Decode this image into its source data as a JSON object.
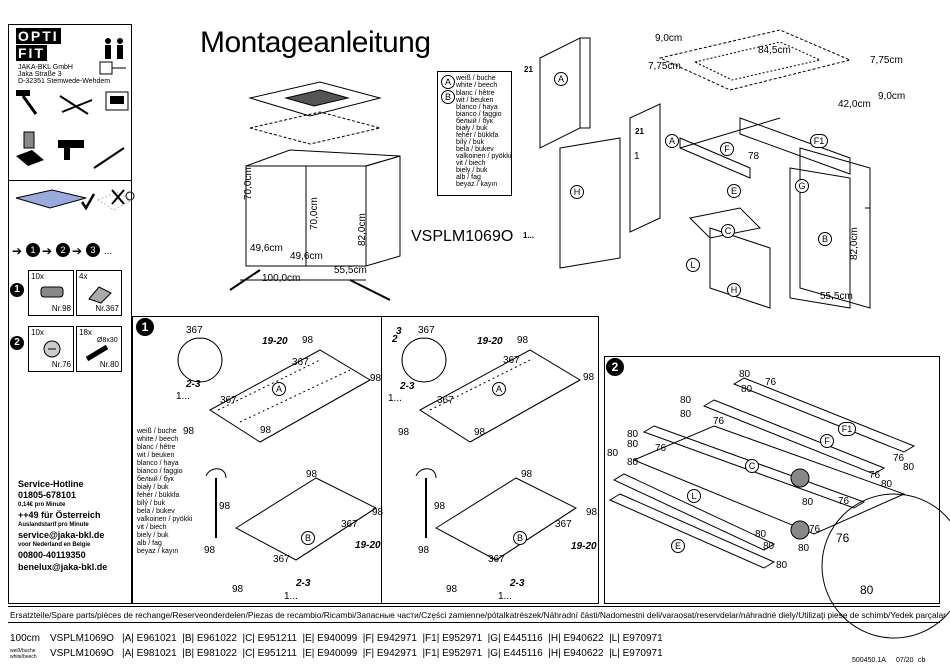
{
  "brand": {
    "logo_line1": "OPTI",
    "logo_line2": "FIT",
    "company": "JAKA-BKL GmbH",
    "street": "Jaka Straße 3",
    "city": "D-32351 Stemwede-Wehdem"
  },
  "header": {
    "title": "Montageanleitung",
    "model": "VSPLM1069O"
  },
  "dimensions": {
    "width_100": "100,0cm",
    "height_70_left": "70,0cm",
    "height_70_right": "70,0cm",
    "height_82": "82,0cm",
    "width_49_left": "49,6cm",
    "width_49_right": "49,6cm",
    "depth_55": "55,5cm",
    "top_9": "9,0cm",
    "top_84": "84,5cm",
    "top_775_left": "7,75cm",
    "top_775_right": "7,75cm",
    "top_42": "42,0cm",
    "top_9_right": "9,0cm",
    "side_82": "82,0cm",
    "side_55": "55,5cm"
  },
  "colors_legend": {
    "label_a": "A",
    "label_b": "B",
    "lines": [
      "weiß / buche",
      "white / beech",
      "blanc / hêtre",
      "wit / beuken",
      "blanco / haya",
      "bianco / faggio",
      "белый / бук",
      "biały / buk",
      "fehér / bükkfa",
      "bílý / buk",
      "bela / bukev",
      "valkoinen / pyökki",
      "vit / biech",
      "biely / buk",
      "alb / fag",
      "beyaz / kayın"
    ]
  },
  "hardware": [
    {
      "qty": "10x",
      "nr": "Nr.98"
    },
    {
      "qty": "4x",
      "nr": "Nr.367"
    },
    {
      "qty": "10x",
      "nr": "Nr.76"
    },
    {
      "qty": "18x",
      "size": "Ø8x30",
      "nr": "Nr.80"
    }
  ],
  "steps": {
    "step1": "1",
    "step2": "2",
    "step_seq": [
      "1",
      "2",
      "3"
    ],
    "ellipsis": "..."
  },
  "service": {
    "hotline_label": "Service-Hotline",
    "phone_de": "01805-678101",
    "price_de": "0,14€ pro Minute",
    "phone_at": "++49 für Österreich",
    "price_at": "Auslandstarif pro Minute",
    "email_de": "service@jaka-bkl.de",
    "nl_label": "voor Nederland en Belgie",
    "phone_nl": "00800-40119350",
    "email_nl": "benelux@jaka-bkl.de"
  },
  "diagram_labels": {
    "n21a": "21",
    "n21b": "21",
    "n78": "78",
    "n1": "1",
    "one_dots": "1...",
    "n98": "98",
    "n367": "367",
    "n1920": "19-20",
    "n23": "2-3",
    "n2": "2",
    "n3": "3",
    "n80": "80",
    "n76": "76",
    "part_a": "A",
    "part_b": "B",
    "part_c": "C",
    "part_e": "E",
    "part_f": "F",
    "part_f1": "F1",
    "part_g": "G",
    "part_h": "H",
    "part_l": "L"
  },
  "footer": {
    "spare_parts": "Ersatzteile/Spare parts/pièces de rechange/Reserveonderdelen/Piezas de recambio/Ricambi/Запасные части/Części zamienne/pótalkatrészek/Náhradní části/Nadomestni deli/varaosat/reservdelar/náhradné diely/Utilizaţi piese de schimb/Yedek parçalar",
    "row1_size": "100cm",
    "row1_model": "VSPLM1069O",
    "row1_parts": "|A| E961021  |B| E961022  |C| E951211  |E| E940099  |F| E942971  |F1| E952971  |G| E445116  |H| E940622  |L| E970971",
    "row2_color": "weiß/buche white/beech",
    "row2_model": "VSPLM1069O",
    "row2_parts": "|A| E981021  |B| E981022  |C| E951211  |E| E940099  |F| E942971  |F1| E952971  |G| E445116  |H| E940622  |L| E970971",
    "doc_code": "500450.1A",
    "doc_date": "07/20",
    "doc_init": "cb"
  }
}
